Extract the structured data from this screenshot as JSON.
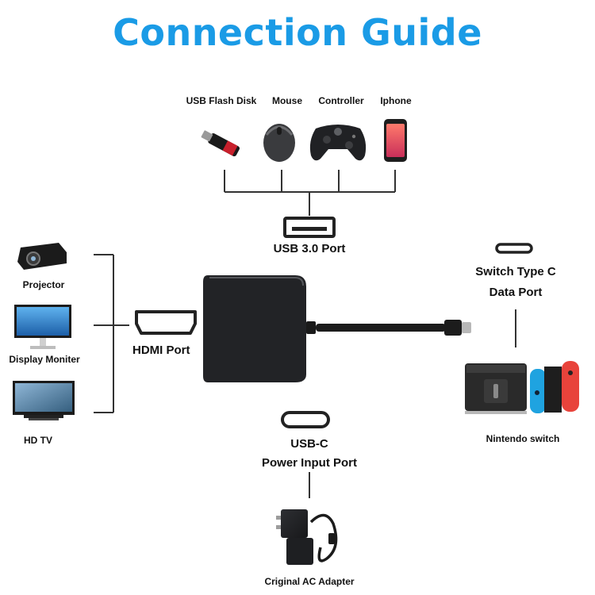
{
  "title": "Connection Guide",
  "colors": {
    "title": "#1a9be6",
    "adapter": "#222326",
    "line": "#333333"
  },
  "usb_devices": [
    {
      "label": "USB Flash Disk",
      "icon": "usb-flash-disk-icon"
    },
    {
      "label": "Mouse",
      "icon": "mouse-icon"
    },
    {
      "label": "Controller",
      "icon": "game-controller-icon"
    },
    {
      "label": "Iphone",
      "icon": "smartphone-icon"
    }
  ],
  "ports": {
    "usb3": "USB 3.0 Port",
    "hdmi": "HDMI Port",
    "switch_type_c_line1": "Switch Type C",
    "switch_type_c_line2": "Data Port",
    "usb_c_line1": "USB-C",
    "usb_c_line2": "Power Input Port"
  },
  "displays": [
    {
      "label": "Projector",
      "icon": "projector-icon"
    },
    {
      "label": "Display Moniter",
      "icon": "monitor-icon"
    },
    {
      "label": "HD TV",
      "icon": "tv-icon"
    }
  ],
  "console": {
    "label": "Nintendo switch",
    "icon": "nintendo-switch-icon"
  },
  "adapter": {
    "label": "Criginal AC Adapter",
    "icon": "ac-adapter-icon"
  }
}
